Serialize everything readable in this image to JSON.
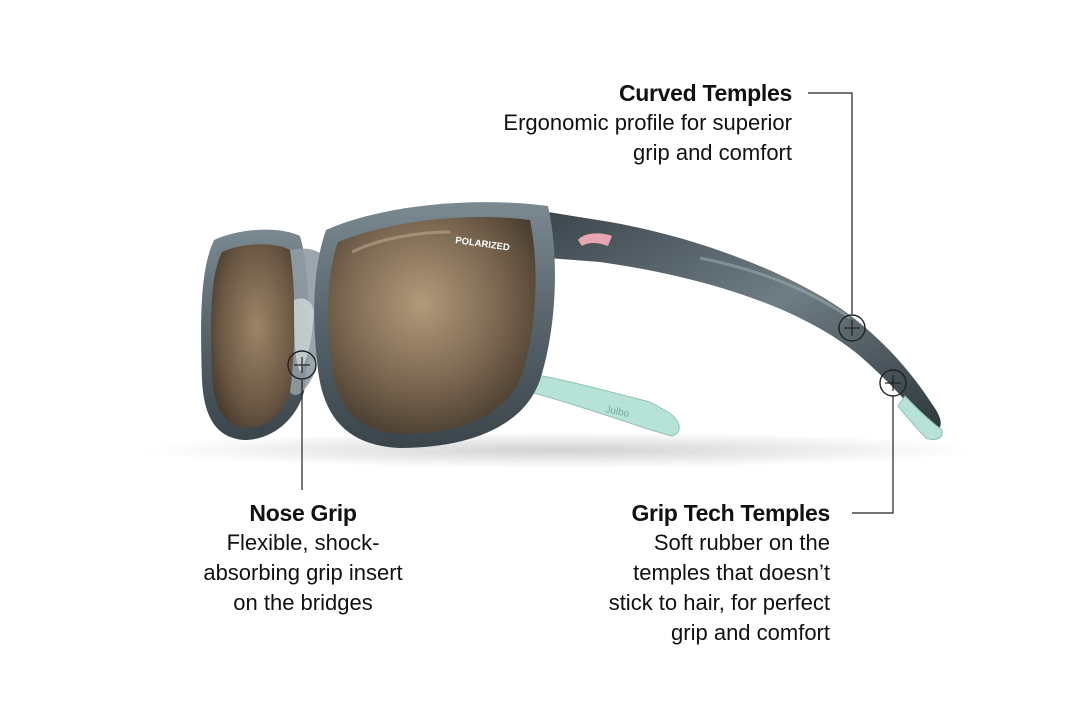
{
  "lens_badge": "POLARIZED",
  "temple_logo": "Julbo",
  "callouts": {
    "curved_temples": {
      "title": "Curved Temples",
      "desc_lines": [
        "Ergonomic profile for superior",
        "grip and comfort"
      ]
    },
    "nose_grip": {
      "title": "Nose Grip",
      "desc_lines": [
        "Flexible, shock-",
        "absorbing grip insert",
        "on the bridges"
      ]
    },
    "grip_tech_temples": {
      "title": "Grip Tech Temples",
      "desc_lines": [
        "Soft rubber on the",
        "temples that doesn’t",
        "stick to hair, for perfect",
        "grip and comfort"
      ]
    }
  },
  "colors": {
    "frame": "#5a6870",
    "frame_dark": "#2f3a40",
    "lens": "#6e5a44",
    "lens_highlight": "#a88f70",
    "rubber_mint": "#b6e2d8",
    "logo_pink": "#e8a6b2",
    "leader_line": "#222222"
  },
  "icons": [
    "plus-marker-icon"
  ]
}
